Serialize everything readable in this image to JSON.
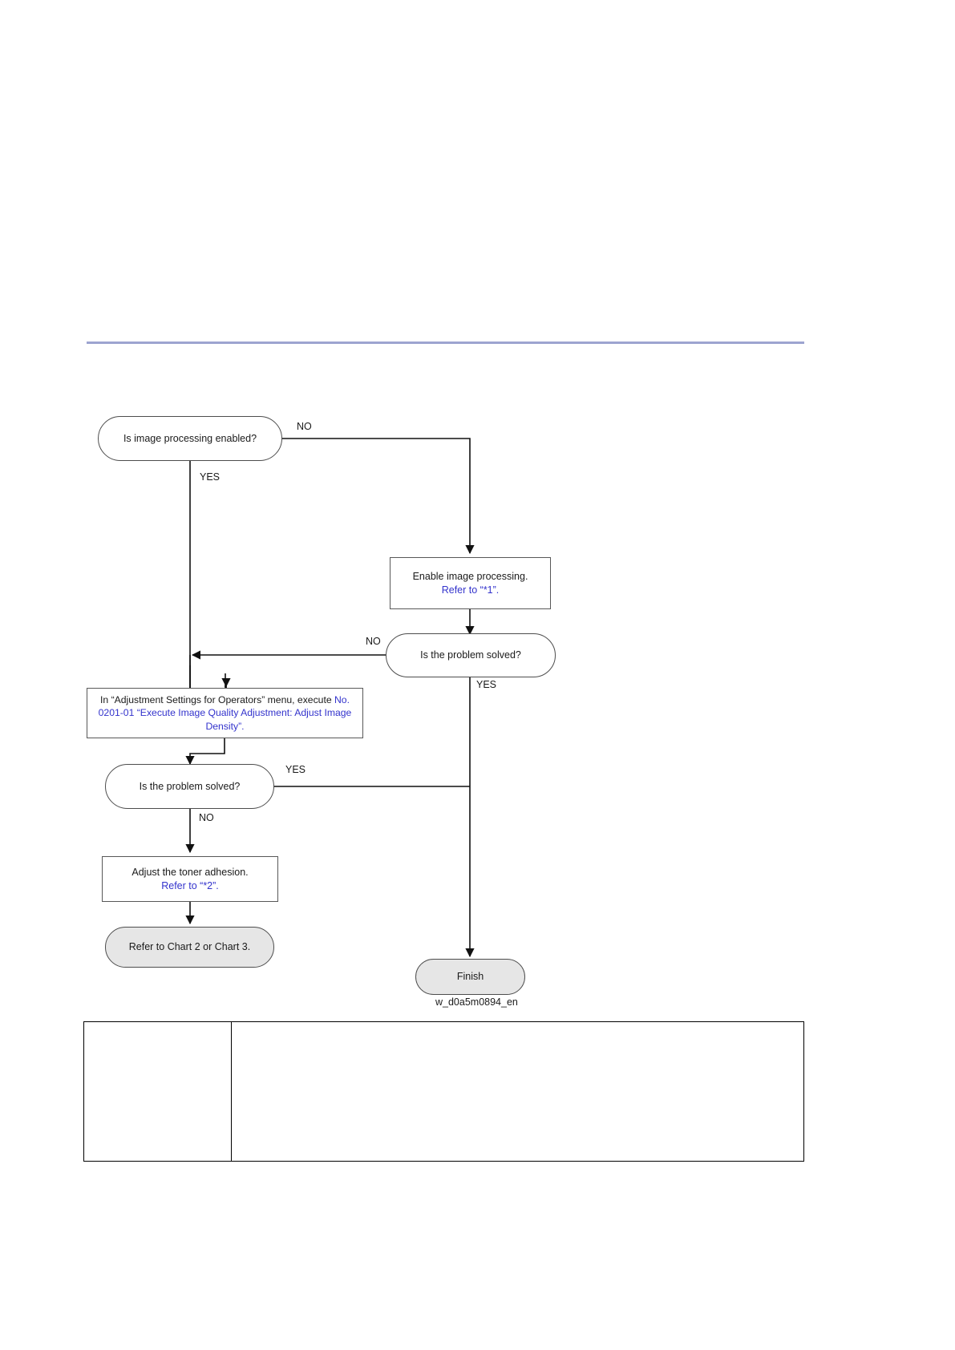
{
  "document": {
    "figure_caption": "w_d0a5m0894_en"
  },
  "colors": {
    "link_blue": "#3333cc",
    "rule_lavender": "#9da4d0",
    "terminal_fill": "#e6e6e6",
    "node_stroke": "#4d4d4d",
    "text": "#1a1a1a"
  },
  "flowchart": {
    "type": "flowchart",
    "nodes": [
      {
        "id": "q1",
        "shape": "decision",
        "text": "Is image processing enabled?"
      },
      {
        "id": "p1",
        "shape": "process",
        "line1": "Enable image processing.",
        "line2": "Refer to “*1”.",
        "line2_is_link": true
      },
      {
        "id": "q2",
        "shape": "decision",
        "text": "Is the problem solved?"
      },
      {
        "id": "p2",
        "shape": "process",
        "text_plain_1": "In “Adjustment Settings for Operators” menu, execute ",
        "text_link": "No. 0201-01 “Execute Image Quality Adjustment: Adjust Image Density”.",
        "link_is_blue": true
      },
      {
        "id": "q3",
        "shape": "decision",
        "text": "Is the problem solved?"
      },
      {
        "id": "p3",
        "shape": "process",
        "line1": "Adjust the toner adhesion.",
        "line2": "Refer to “*2”.",
        "line2_is_link": true
      },
      {
        "id": "t1",
        "shape": "terminal",
        "text": "Refer to Chart 2 or Chart 3."
      },
      {
        "id": "t2",
        "shape": "terminal",
        "text": "Finish"
      }
    ],
    "edge_labels": {
      "q1_no": "NO",
      "q1_yes": "YES",
      "q2_no": "NO",
      "q2_yes": "YES",
      "q3_yes": "YES",
      "q3_no": "NO"
    }
  },
  "bottom_table": {
    "rows": [
      {
        "cells": [
          "",
          ""
        ]
      }
    ]
  }
}
